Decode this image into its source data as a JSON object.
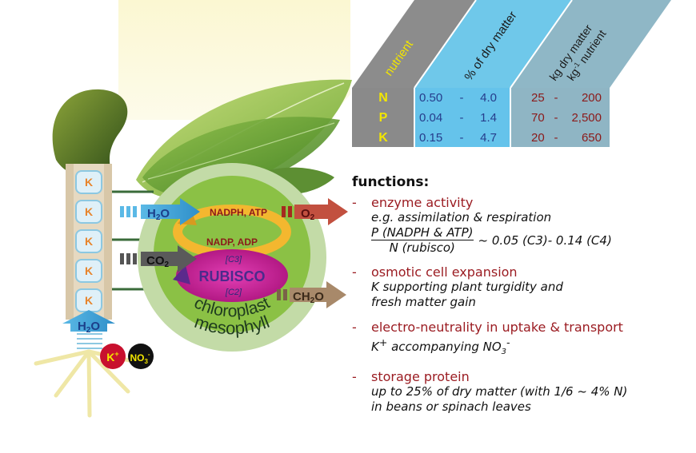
{
  "table": {
    "headers": [
      "nutrient",
      "% of dry matter",
      "kg dry matter",
      "kg",
      "-1",
      " nutrient"
    ],
    "rows": [
      {
        "nutrient": "N",
        "pct_low": "0.50",
        "pct_high": "4.0",
        "kg_low": "25",
        "kg_high": "200"
      },
      {
        "nutrient": "P",
        "pct_low": "0.04",
        "pct_high": "1.4",
        "kg_low": "70",
        "kg_high": "2,500"
      },
      {
        "nutrient": "K",
        "pct_low": "0.15",
        "pct_high": "4.7",
        "kg_low": "20",
        "kg_high": "650"
      }
    ],
    "range_separator": "-"
  },
  "diagram": {
    "k_cells": [
      "K",
      "K",
      "K",
      "K",
      "K"
    ],
    "h2o_in": "H",
    "h2o_sub": "2",
    "h2o_o": "O",
    "co2_in": "CO",
    "co2_sub": "2",
    "o2_out": "O",
    "o2_sub": "2",
    "ch2o_out": "CH",
    "ch2o_sub": "2",
    "ch2o_o": "O",
    "nadph_atp": "NADPH, ATP",
    "nadp_adp": "NADP, ADP",
    "c3": "[C3]",
    "rubisco": "RUBISCO",
    "c2": "[C2]",
    "chloroplast": "chloroplast",
    "mesophyll": "mesophyll",
    "root_h2o": "H",
    "root_h2o_sub": "2",
    "root_h2o_o": "O",
    "k_ion": "K",
    "k_ion_sup": "+",
    "no3_ion": "NO",
    "no3_sub": "3",
    "no3_sup": "-"
  },
  "functions": {
    "title": "functions:",
    "dash": "-",
    "enzyme_title": "enzyme activity",
    "enzyme_line1": "e.g. assimilation & respiration",
    "enzyme_frac_num": "P (NADPH & ATP)",
    "enzyme_frac_den": "N (rubisco)",
    "enzyme_frac_val": "~ 0.05 (C3)- 0.14 (C4)",
    "osmotic_title": "osmotic cell expansion",
    "osmotic_line1": "K supporting plant turgidity and",
    "osmotic_line2": "fresh matter gain",
    "electro_title": "electro-neutrality in uptake & transport",
    "electro_k": "K",
    "electro_k_sup": "+",
    "electro_mid": " accompanying NO",
    "electro_sub": "3",
    "electro_sup": "-",
    "storage_title": "storage protein",
    "storage_line1": "up to 25% of dry matter (with 1/6 ~ 4% N)",
    "storage_line2": "in beans or spinach leaves"
  },
  "colors": {
    "header_gray": "#8c8c8c",
    "header_blue": "#6fc8ea",
    "header_teal": "#8fb7c6",
    "cell_gray": "#8a8a8a",
    "cell_blue": "#65c3eb",
    "cell_teal": "#8fb5c4",
    "nutrient_yellow": "#f2e600",
    "value_blue": "#263d8c",
    "value_red": "#8b1a1a",
    "leaf_green": "#7bb33a",
    "rubisco_magenta": "#c0168c",
    "function_red": "#9b1c22"
  }
}
